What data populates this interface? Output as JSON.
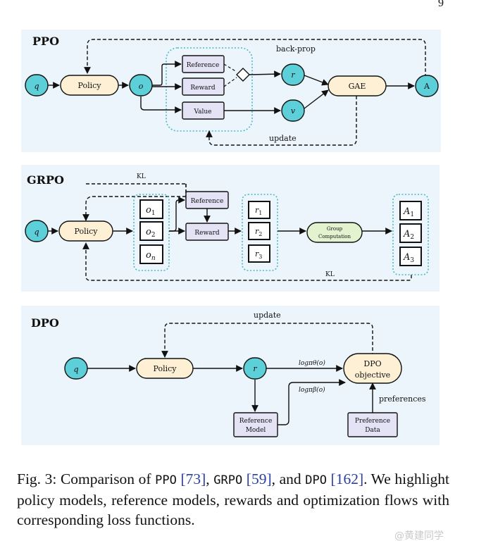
{
  "page_number": "9",
  "ppo": {
    "title": "PPO",
    "q": "q",
    "policy": "Policy",
    "o": "o",
    "reference": "Reference",
    "reward": "Reward",
    "value": "Value",
    "r": "r",
    "v": "v",
    "gae": "GAE",
    "a": "A",
    "back_prop": "back-prop",
    "update": "update"
  },
  "grpo": {
    "title": "GRPO",
    "q": "q",
    "policy": "Policy",
    "kl_top": "KL",
    "kl_bottom": "KL",
    "outputs": [
      "o",
      "o",
      "o"
    ],
    "output_subs": [
      "1",
      "2",
      "n"
    ],
    "reference": "Reference",
    "reward": "Reward",
    "rewards": [
      "r",
      "r",
      "r"
    ],
    "reward_subs": [
      "1",
      "2",
      "3"
    ],
    "group_line1": "Group",
    "group_line2": "Computation",
    "advantages": [
      "A",
      "A",
      "A"
    ],
    "advantage_subs": [
      "1",
      "2",
      "3"
    ]
  },
  "dpo": {
    "title": "DPO",
    "q": "q",
    "policy": "Policy",
    "r": "r",
    "update": "update",
    "objective_line1": "DPO",
    "objective_line2": "objective",
    "log_theta": "logπθ(o)",
    "log_beta": "logπβ(o)",
    "preferences": "preferences",
    "ref_line1": "Reference",
    "ref_line2": "Model",
    "pref_line1": "Preference",
    "pref_line2": "Data"
  },
  "caption": {
    "prefix": "Fig. 3: Comparison of ",
    "ppo": "PPO",
    "ref1": "[73]",
    "sep1": ", ",
    "grpo": "GRPO",
    "ref2": "[59]",
    "sep2": ", and ",
    "dpo": "DPO",
    "ref3": "[162]",
    "rest": ". We highlight policy models, reference models, rewards and optimization flows with corresponding loss functions."
  },
  "watermark": "@黄建同学",
  "colors": {
    "panel": "#ecf5fb",
    "teal": "#5ccfd9",
    "policy": "#fdf0d5",
    "model_box": "#e4e2f5",
    "group_green": "#e3f3cf",
    "cite": "#2a3fa0"
  }
}
